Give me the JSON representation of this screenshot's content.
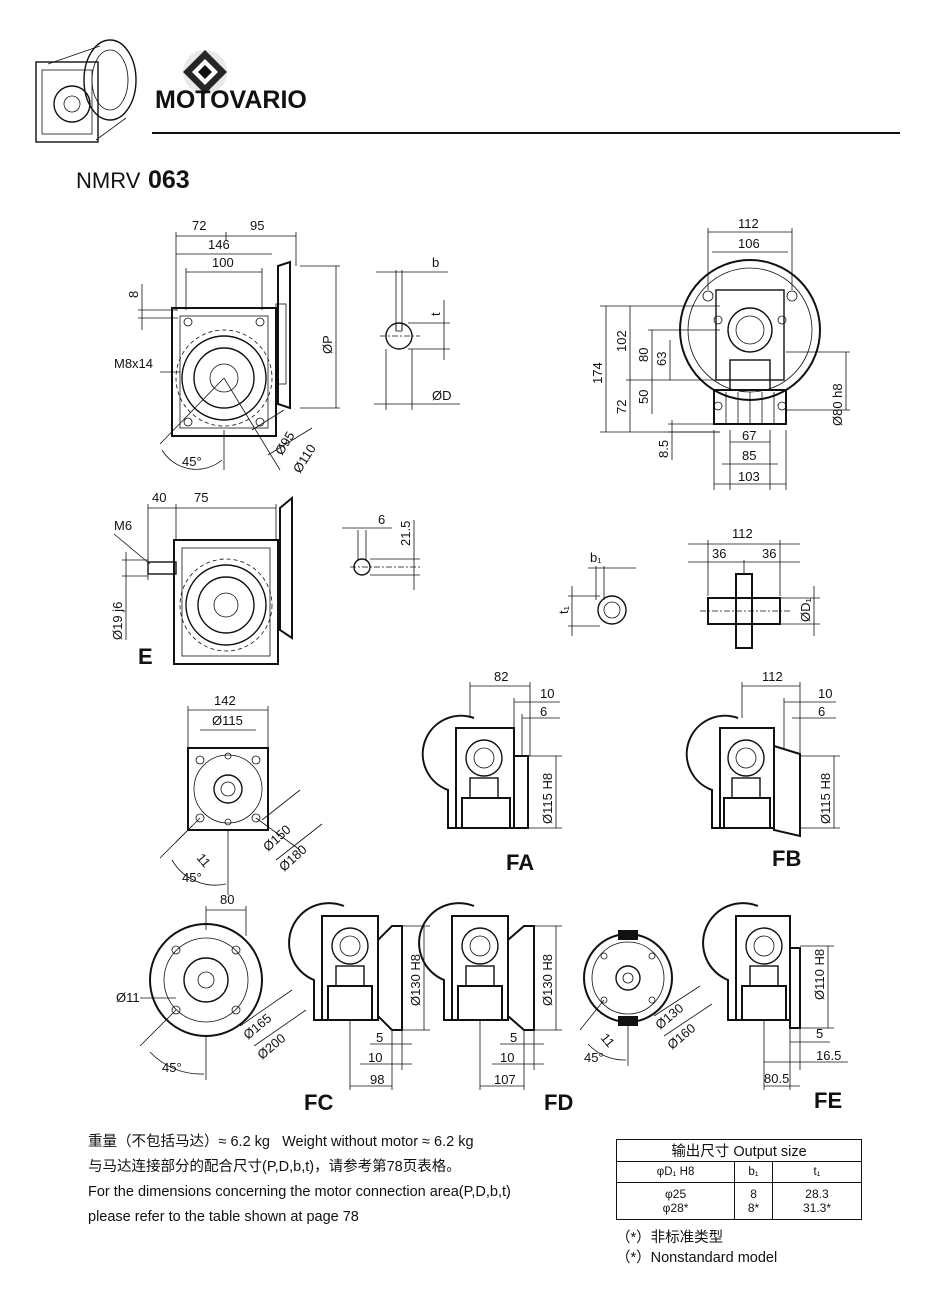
{
  "brand": {
    "name": "MOTOVARIO"
  },
  "model": {
    "prefix": "NMRV",
    "size": "063"
  },
  "views": {
    "top_front": {
      "d72": "72",
      "d95": "95",
      "d146": "146",
      "d100": "100",
      "d8": "8",
      "m8": "M8x14",
      "dp": "ØP",
      "a45": "45°",
      "d95c": "Ø95",
      "d110": "Ø110"
    },
    "shaft_key": {
      "b": "b",
      "t": "t",
      "dd": "ØD"
    },
    "side": {
      "d112": "112",
      "d106": "106",
      "d174": "174",
      "d102": "102",
      "d80": "80",
      "d63": "63",
      "d50": "50",
      "d72": "72",
      "d85s": "8.5",
      "d67": "67",
      "d85": "85",
      "d103": "103",
      "d80h8": "Ø80 h8"
    },
    "e_view": {
      "d40": "40",
      "d75": "75",
      "m6": "M6",
      "d19": "Ø19 j6",
      "label": "E"
    },
    "e_key": {
      "d6": "6",
      "d215": "21.5"
    },
    "hollow": {
      "b1": "b₁",
      "t1": "t₁",
      "d112": "112",
      "d36a": "36",
      "d36b": "36",
      "dd1": "ØD₁"
    },
    "flange_sq": {
      "d142": "142",
      "d115": "Ø115",
      "d11": "11",
      "a45": "45°",
      "d150": "Ø150",
      "d180": "Ø180"
    },
    "fa": {
      "d82": "82",
      "d10": "10",
      "d6": "6",
      "d115h8": "Ø115 H8",
      "label": "FA"
    },
    "fb": {
      "d112": "112",
      "d10": "10",
      "d6": "6",
      "d115h8": "Ø115 H8",
      "label": "FB"
    },
    "flange_round": {
      "d80": "80",
      "d11": "Ø11",
      "a45": "45°",
      "d165": "Ø165",
      "d200": "Ø200"
    },
    "fc": {
      "d130h8": "Ø130 H8",
      "d5": "5",
      "d10": "10",
      "d98": "98",
      "label": "FC"
    },
    "fd": {
      "d130h8": "Ø130 H8",
      "d5": "5",
      "d10": "10",
      "d107": "107",
      "label": "FD"
    },
    "flange_small": {
      "d11": "11",
      "a45": "45°",
      "d130": "Ø130",
      "d160": "Ø160"
    },
    "fe": {
      "d110h8": "Ø110 H8",
      "d5": "5",
      "d165": "16.5",
      "d805": "80.5",
      "label": "FE"
    }
  },
  "notes": {
    "weight_cn": "重量（不包括马达）≈ 6.2 kg",
    "weight_en": "Weight without motor  ≈ 6.2 kg",
    "ref_cn": "与马达连接部分的配合尺寸(P,D,b,t)，请参考第78页表格。",
    "ref_en_1": "For the dimensions concerning the motor connection area(P,D,b,t)",
    "ref_en_2": "please refer to the table shown at page 78"
  },
  "output_table": {
    "caption": "输出尺寸  Output size",
    "headers": [
      "φD₁ H8",
      "b₁",
      "t₁"
    ],
    "rows": [
      [
        "φ25\nφ28*",
        "8\n8*",
        "28.3\n31.3*"
      ]
    ]
  },
  "footnotes": {
    "cn": "（*）非标准类型",
    "en": "（*）Nonstandard model"
  }
}
